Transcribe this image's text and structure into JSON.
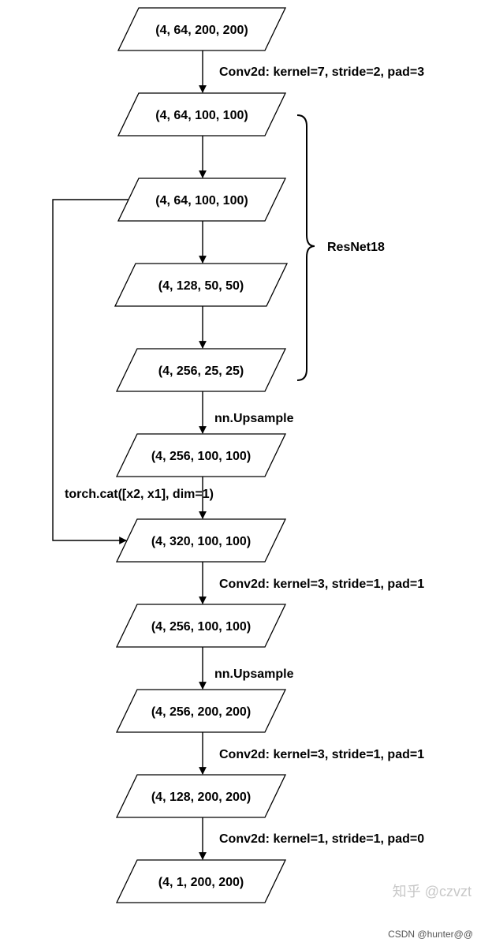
{
  "nodes": [
    {
      "id": "n1",
      "label": "(4, 64, 200, 200)"
    },
    {
      "id": "n2",
      "label": "(4, 64, 100, 100)"
    },
    {
      "id": "n3",
      "label": "(4, 64, 100, 100)"
    },
    {
      "id": "n4",
      "label": "(4, 128, 50, 50)"
    },
    {
      "id": "n5",
      "label": "(4, 256, 25, 25)"
    },
    {
      "id": "n6",
      "label": "(4, 256, 100, 100)"
    },
    {
      "id": "n7",
      "label": "(4, 320, 100, 100)"
    },
    {
      "id": "n8",
      "label": "(4, 256, 100, 100)"
    },
    {
      "id": "n9",
      "label": "(4, 256, 200, 200)"
    },
    {
      "id": "n10",
      "label": "(4, 128, 200, 200)"
    },
    {
      "id": "n11",
      "label": "(4, 1, 200, 200)"
    }
  ],
  "operations": {
    "conv_in": "Conv2d: kernel=7, stride=2, pad=3",
    "upsample_1": "nn.Upsample",
    "concat": "torch.cat([x2, x1], dim=1)",
    "conv_mid": "Conv2d: kernel=3, stride=1, pad=1",
    "upsample_2": "nn.Upsample",
    "conv_post": "Conv2d: kernel=3, stride=1, pad=1",
    "conv_out": "Conv2d: kernel=1, stride=1, pad=0"
  },
  "group_label": "ResNet18",
  "watermark": "知乎 @czvzt",
  "credit": "CSDN @hunter@@"
}
